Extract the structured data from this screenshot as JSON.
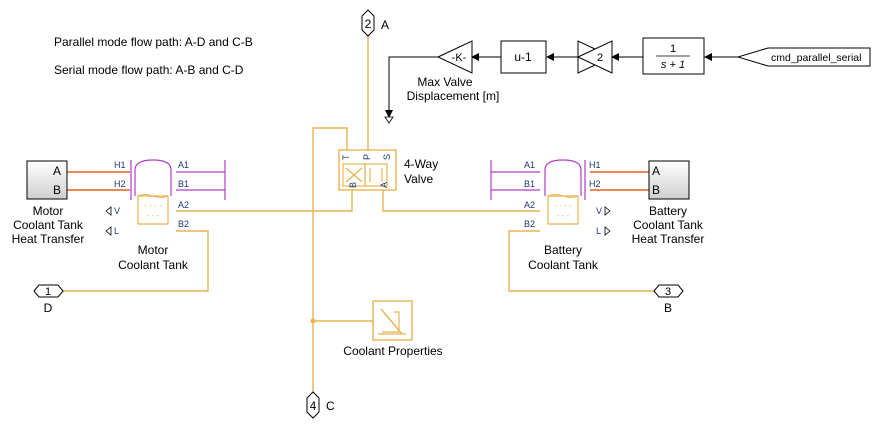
{
  "annotations": {
    "parallel": "Parallel mode flow path: A-D and C-B",
    "serial": "Serial mode flow path: A-B and C-D"
  },
  "ports": {
    "p2": {
      "num": "2",
      "name": "A"
    },
    "p1": {
      "num": "1",
      "name": "D"
    },
    "p3": {
      "num": "3",
      "name": "B"
    },
    "p4": {
      "num": "4",
      "name": "C"
    }
  },
  "blocks": {
    "gain_k": "-K-",
    "u_minus_1": "u-1",
    "gain_2": "2",
    "tf_num": "1",
    "tf_den": "s + 1",
    "cmd_input": "cmd_parallel_serial",
    "max_valve_line1": "Max Valve",
    "max_valve_line2": "Displacement [m]",
    "valve_line1": "4-Way",
    "valve_line2": "Valve",
    "valve_ports": {
      "t": "T",
      "p": "P",
      "s": "S",
      "b": "B",
      "a": "A"
    },
    "motor_ht": {
      "line1": "Motor",
      "line2": "Coolant Tank",
      "line3": "Heat Transfer",
      "portA": "A",
      "portB": "B"
    },
    "battery_ht": {
      "line1": "Battery",
      "line2": "Coolant Tank",
      "line3": "Heat Transfer",
      "portA": "A",
      "portB": "B"
    },
    "motor_tank": {
      "line1": "Motor",
      "line2": "Coolant Tank",
      "ports": {
        "h1": "H1",
        "h2": "H2",
        "v": "V",
        "l": "L",
        "a1": "A1",
        "b1": "B1",
        "a2": "A2",
        "b2": "B2"
      }
    },
    "battery_tank": {
      "line1": "Battery",
      "line2": "Coolant Tank",
      "ports": {
        "h1": "H1",
        "h2": "H2",
        "v": "V",
        "l": "L",
        "a1": "A1",
        "b1": "B1",
        "a2": "A2",
        "b2": "B2"
      }
    },
    "coolant_props": "Coolant Properties"
  },
  "colors": {
    "hydraulic": "#e8b350",
    "thermal": "#e06020",
    "mechanical": "#b040c0",
    "signal": "#000000"
  }
}
